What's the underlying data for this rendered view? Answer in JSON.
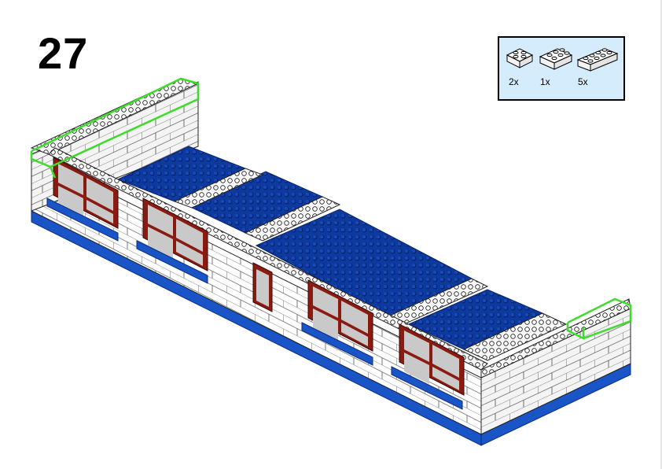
{
  "step": {
    "number": "27"
  },
  "parts": [
    {
      "name": "white-brick-2x2",
      "qty": "2x"
    },
    {
      "name": "white-brick-2x3",
      "qty": "1x"
    },
    {
      "name": "white-brick-2x4",
      "qty": "5x"
    }
  ],
  "colors": {
    "background": "#ffffff",
    "parts_panel": "#d4ecfb",
    "baseplate_blue": "#0d3a9e",
    "base_blue": "#1a55c8",
    "window_red": "#8b1a10",
    "window_glass": "#c9c9c9",
    "highlight_green": "#3ddc2a",
    "brick_white": "#ffffff",
    "brick_outline": "#222222"
  },
  "model": {
    "icon": "lego-building-model"
  }
}
